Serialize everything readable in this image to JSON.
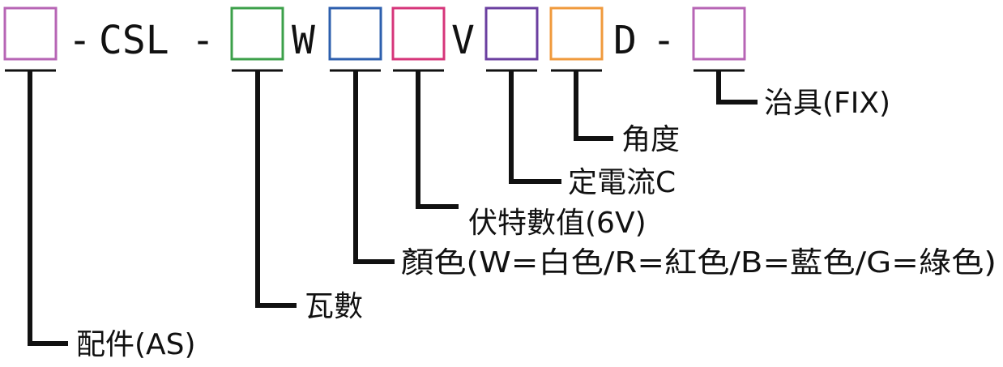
{
  "code": {
    "boxes": [
      {
        "field": "as",
        "color": "#b765b5"
      },
      {
        "field": "watt",
        "color": "#3ca04a"
      },
      {
        "field": "color",
        "color": "#2d5fae"
      },
      {
        "field": "voltage",
        "color": "#d6357a"
      },
      {
        "field": "current",
        "color": "#6b3fa0"
      },
      {
        "field": "angle",
        "color": "#f09a3c"
      },
      {
        "field": "fix",
        "color": "#b765b5"
      }
    ],
    "segments": {
      "dash1": "-",
      "csl": "CSL",
      "dash2": "-",
      "w": "W",
      "v": "V",
      "d": "D",
      "dash3": "-"
    }
  },
  "labels": {
    "fix": "治具(FIX)",
    "angle": "角度",
    "current": "定電流C",
    "voltage": "伏特數值(6V)",
    "color": "顏色(W=白色/R=紅色/B=藍色/G=綠色)",
    "watt": "瓦數",
    "as": "配件(AS)"
  }
}
